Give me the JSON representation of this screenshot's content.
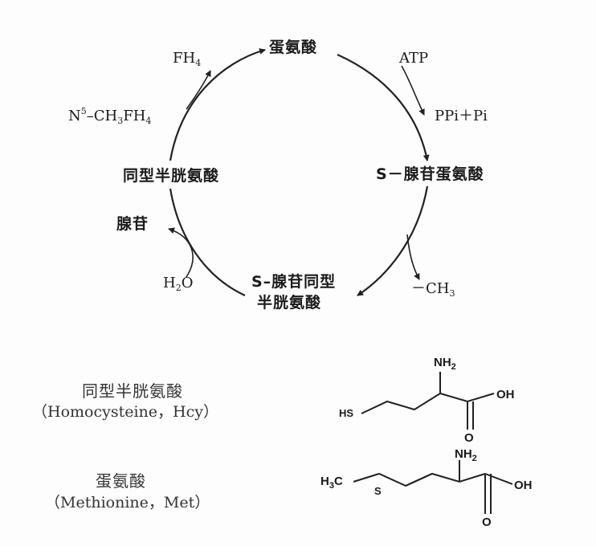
{
  "cycle": {
    "methionine": "蛋氨酸",
    "atp": "ATP",
    "ppi_pi": "PPi＋Pi",
    "sam": "S－腺苷蛋氨酸",
    "ch3_out": "－CH",
    "ch3_sub": "3",
    "sah_line1": "S–腺苷同型",
    "sah_line2": "半胱氨酸",
    "h2o_h": "H",
    "h2o_sub": "2",
    "h2o_o": "O",
    "adenosine": "腺苷",
    "homocysteine": "同型半胱氨酸",
    "fh4_main": "FH",
    "fh4_sub": "4",
    "n5_n": "N",
    "n5_sup": "5",
    "n5_rest1": "–CH",
    "n5_rest_sub1": "3",
    "n5_rest2": "FH",
    "n5_rest_sub2": "4"
  },
  "legend": {
    "hcy_cn": "同型半胱氨酸",
    "hcy_en": "（Homocysteine，Hcy）",
    "met_cn": "蛋氨酸",
    "met_en": "（Methionine，Met）"
  },
  "structures": {
    "hcy": {
      "nh2": "NH",
      "nh2_sub": "2",
      "oh": "OH",
      "o": "O",
      "hs": "HS"
    },
    "met": {
      "nh2": "NH",
      "nh2_sub": "2",
      "oh": "OH",
      "o": "O",
      "s": "S",
      "h3c": "H",
      "h3c_sub": "3",
      "h3c_c": "C"
    }
  }
}
